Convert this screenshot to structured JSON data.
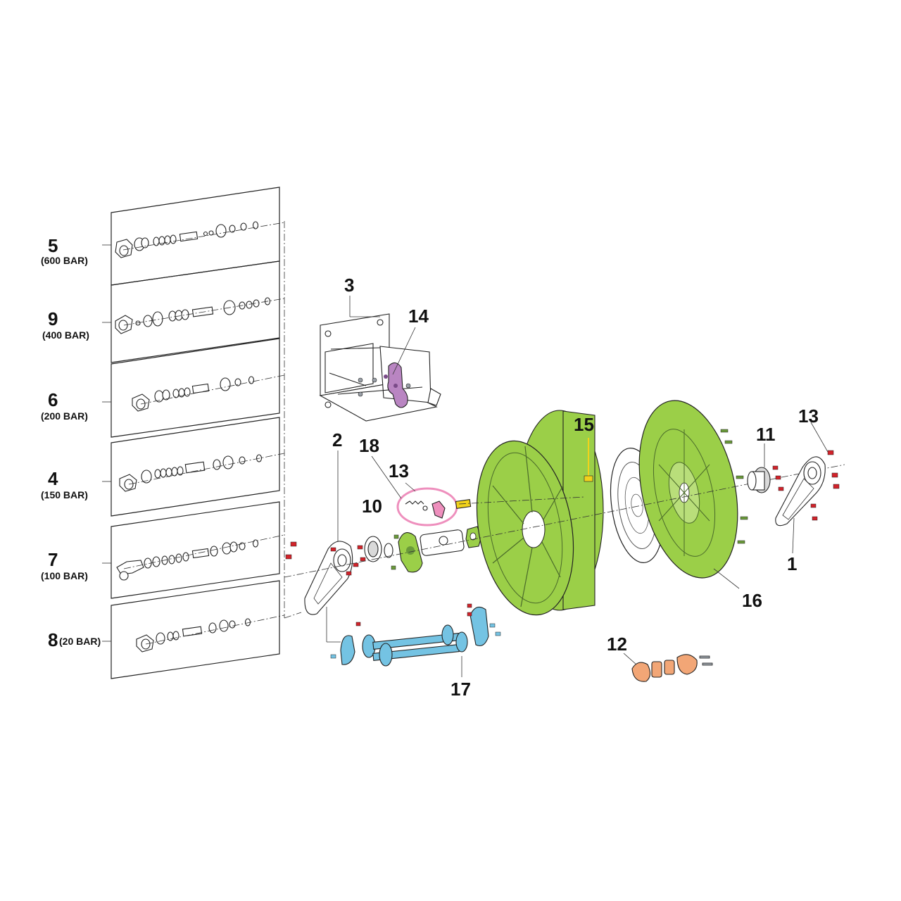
{
  "colors": {
    "background": "#ffffff",
    "line": "#222222",
    "drum_green": "#9bcf48",
    "roller_blue": "#74c3e3",
    "pawl_purple": "#b985c2",
    "highlight_pink": "#ee8fbd",
    "screw_red": "#d2232a",
    "pin_yellow": "#f1d21c",
    "guide_orange": "#f2a676",
    "fastener_green": "#6a9a3a"
  },
  "callouts": {
    "c1": "1",
    "c2": "2",
    "c3": "3",
    "c4": "4",
    "c5": "5",
    "c6": "6",
    "c7": "7",
    "c8": "8",
    "c9": "9",
    "c10": "10",
    "c11": "11",
    "c12": "12",
    "c13_ring": "13",
    "c13_screw": "13",
    "c14": "14",
    "c15": "15",
    "c16": "16",
    "c17": "17",
    "c18": "18"
  },
  "pressure_labels": {
    "p5": "(600 BAR)",
    "p9": "(400 BAR)",
    "p6": "(200 BAR)",
    "p4": "(150 BAR)",
    "p7": "(100 BAR)",
    "p8": "(20 BAR)"
  },
  "icons": [
    "swivel-joint-icon",
    "bearing-icon",
    "drum-icon",
    "spring-cassette-icon",
    "screw-icon"
  ]
}
